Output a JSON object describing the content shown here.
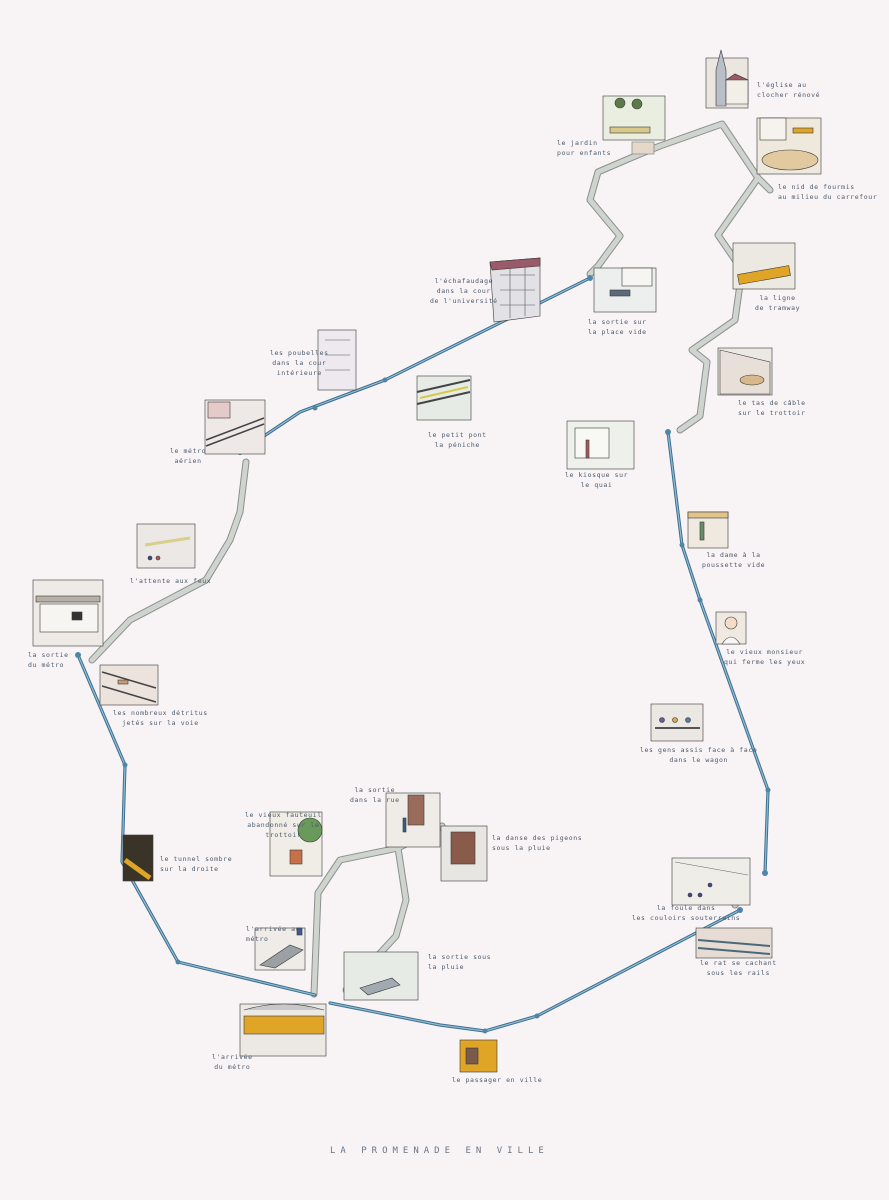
{
  "title": "LA PROMENADE EN VILLE",
  "colors": {
    "paper": "#f8f3f5",
    "metro_line": "#4f86a8",
    "walk_path": "#c9cdc9",
    "ink": "#4a5a6c",
    "metro_yellow": "#e0a526"
  },
  "stops": [
    {
      "label": "l'église au\nclocher rénové"
    },
    {
      "label": "le jardin\npour enfants"
    },
    {
      "label": "le nid de fourmis\nau milieu du carrefour"
    },
    {
      "label": "la ligne\nde tramway"
    },
    {
      "label": "la sortie sur\nla place vide"
    },
    {
      "label": "l'échafaudage\ndans la cour\nde l'université"
    },
    {
      "label": "les poubelles\ndans la cour\nintérieure"
    },
    {
      "label": "le petit pont\nla péniche"
    },
    {
      "label": "le métro\naérien"
    },
    {
      "label": "le kiosque sur\nle quai"
    },
    {
      "label": "le tas de câble\nsur le trottoir"
    },
    {
      "label": "la dame à la\npoussette vide"
    },
    {
      "label": "le vieux monsieur\nqui ferme les yeux"
    },
    {
      "label": "les gens assis face à face\ndans le wagon"
    },
    {
      "label": "l'attente aux feux"
    },
    {
      "label": "la sortie\ndu métro"
    },
    {
      "label": "les nombreux détritus\njetés sur la voie"
    },
    {
      "label": "le tunnel sombre\nsur la droite"
    },
    {
      "label": "le vieux fauteuil\nabandonné sur le\ntrottoir"
    },
    {
      "label": "la sortie\ndans la rue"
    },
    {
      "label": "la danse des pigeons\nsous la pluie"
    },
    {
      "label": "l'arrivée au\nmétro"
    },
    {
      "label": "la sortie sous\nla pluie"
    },
    {
      "label": "la foule dans\nles couloirs souterrains"
    },
    {
      "label": "le rat se cachant\nsous les rails"
    },
    {
      "label": "l'arrivée\ndu métro"
    },
    {
      "label": "le passager en ville"
    }
  ]
}
